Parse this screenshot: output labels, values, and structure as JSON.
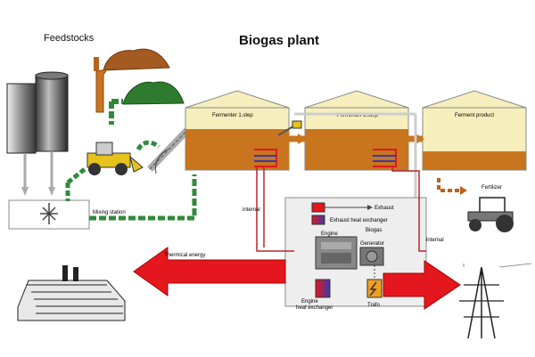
{
  "title": "Biogas plant",
  "feedstocks": "Feedstocks",
  "tanks": {
    "f1": "Fermenter 1.step",
    "f2": "Fermenter 2.step",
    "prod": "Ferment product"
  },
  "labels": {
    "mixing": "Mixing station",
    "internal_left": "internal",
    "internal_right": "internal",
    "fertilizer": "Fertilizer",
    "thermal": "Thermical energy",
    "exhaust": "Exhaust",
    "exhaust_hx": "Exhaust heat exchanger",
    "biogas": "Biogas",
    "engine": "Engine",
    "generator": "Generator",
    "engine_hx_1": "Engine",
    "engine_hx_2": "heat exchanger",
    "trafo": "Trafo"
  },
  "colors": {
    "tank_roof": "#f6efbd",
    "slurry": "#c8751e",
    "pipe_green": "#2f8a3a",
    "heat_red": "#e3171d",
    "pipe_brown": "#b8621c",
    "pile_brown": "#a45a21",
    "pile_green": "#2e7a2e"
  }
}
